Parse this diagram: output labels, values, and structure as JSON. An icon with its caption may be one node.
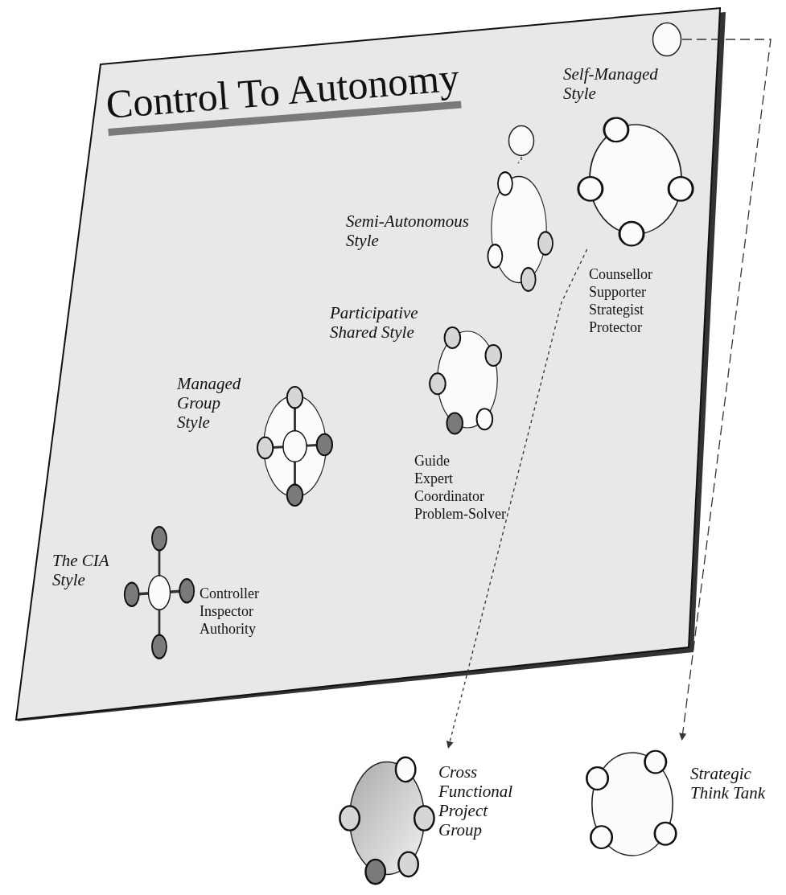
{
  "diagram": {
    "nodes": [
      {
        "text": [
          "Control To Autonomy"
        ]
      },
      {
        "text": [
          "Self-Managed Style"
        ],
        "in": 0,
        "beside": [
          "Counsellor Supporter Strategist Protector"
        ]
      },
      {
        "text": [],
        "shape": "circle",
        "in": 0
      },
      {
        "text": [
          "Semi-Autonomous Style"
        ],
        "in": 0
      },
      {
        "text": [],
        "shape": "circle",
        "in": 0
      },
      {
        "text": [
          "Participative Shared Style"
        ],
        "in": 0,
        "beside": [
          "Guide Expert Coordinator Problem-Solver"
        ]
      },
      {
        "text": [
          "Managed Group Style"
        ],
        "in": 0
      },
      {
        "text": [
          "The CIA Style"
        ],
        "in": 0,
        "beside": [
          "Controller Inspector Authority"
        ]
      },
      {
        "text": [
          "Cross Functional Project Group"
        ]
      },
      {
        "text": [
          "Strategic Think Tank"
        ]
      }
    ],
    "edges": [
      {
        "from": 2,
        "to": 9,
        "arrow": "to",
        "style": "dashed"
      },
      {
        "from": 4,
        "to": 3,
        "arrow": "none",
        "style": "dashed"
      },
      {
        "from": 1,
        "to": 8,
        "arrow": "to",
        "style": "dashed"
      }
    ]
  }
}
